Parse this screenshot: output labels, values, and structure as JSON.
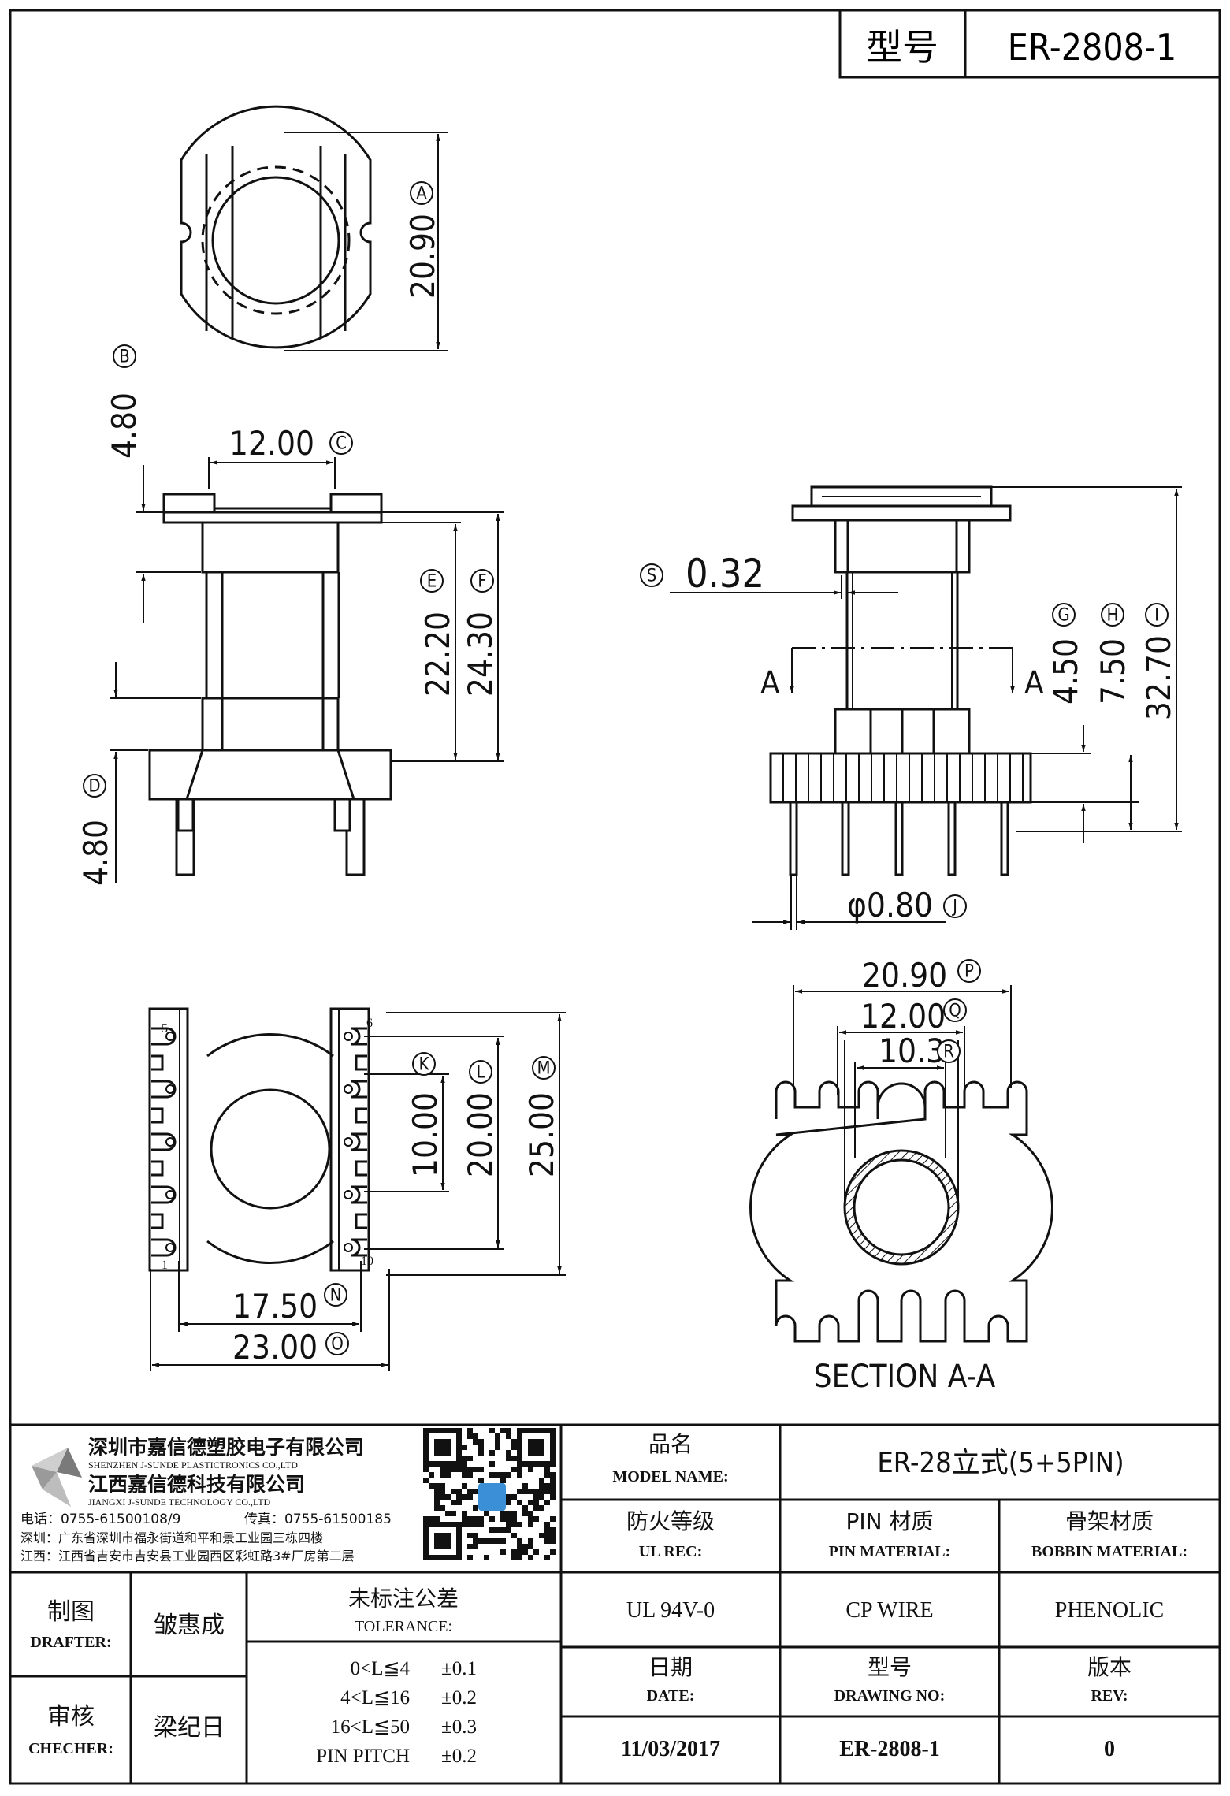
{
  "header": {
    "label": "型号",
    "model": "ER-2808-1"
  },
  "dimensions": {
    "A": "20.90",
    "B": "4.80",
    "C": "12.00",
    "D": "4.80",
    "E": "22.20",
    "F": "24.30",
    "S": "0.32",
    "G": "4.50",
    "H": "7.50",
    "I": "32.70",
    "J": "φ0.80",
    "K": "10.00",
    "L": "20.00",
    "M": "25.00",
    "N": "17.50",
    "O": "23.00",
    "P": "20.90",
    "Q": "12.00",
    "R": "10.3"
  },
  "markers": [
    "A",
    "B",
    "C",
    "D",
    "E",
    "F",
    "S",
    "G",
    "H",
    "I",
    "J",
    "K",
    "L",
    "M",
    "N",
    "O",
    "P",
    "Q",
    "R"
  ],
  "section_marks": {
    "left": "A",
    "right": "A"
  },
  "section_title": "SECTION A-A",
  "pin_numbers": {
    "p5": "5",
    "p6": "6",
    "p1": "1",
    "p10": "10"
  },
  "company": {
    "name_cn": "深圳市嘉信德塑胶电子有限公司",
    "name_en": "SHENZHEN J-SUNDE PLASTICTRONICS CO.,LTD",
    "name2_cn": "江西嘉信德科技有限公司",
    "name2_en": "JIANGXI J-SUNDE TECHNOLOGY CO.,LTD",
    "tel": "电话：0755-61500108/9",
    "fax": "传真：0755-61500185",
    "addr1": "深圳：广东省深圳市福永街道和平和景工业园三栋四楼",
    "addr2": "江西：江西省吉安市吉安县工业园西区彩虹路3#厂房第二层"
  },
  "title_block": {
    "model_name_cn": "品名",
    "model_name_en": "MODEL NAME:",
    "model_name_value": "ER-28立式(5+5PIN)",
    "ul_cn": "防火等级",
    "ul_en": "UL REC:",
    "ul_value": "UL 94V-0",
    "pin_cn": "PIN 材质",
    "pin_en": "PIN MATERIAL:",
    "pin_value": "CP WIRE",
    "bobbin_cn": "骨架材质",
    "bobbin_en": "BOBBIN MATERIAL:",
    "bobbin_value": "PHENOLIC",
    "drafter_cn": "制图",
    "drafter_en": "DRAFTER:",
    "drafter_name": "皱惠成",
    "checker_cn": "审核",
    "checker_en": "CHECHER:",
    "checker_name": "梁纪日",
    "tol_cn": "未标注公差",
    "tol_en": "TOLERANCE:",
    "tolerances": [
      {
        "range": "0<L≦4",
        "value": "±0.1"
      },
      {
        "range": "4<L≦16",
        "value": "±0.2"
      },
      {
        "range": "16<L≦50",
        "value": "±0.3"
      },
      {
        "range": "PIN PITCH",
        "value": "±0.2"
      }
    ],
    "date_cn": "日期",
    "date_en": "DATE:",
    "date_value": "11/03/2017",
    "drawing_cn": "型号",
    "drawing_en": "DRAWING NO:",
    "drawing_value": "ER-2808-1",
    "rev_cn": "版本",
    "rev_en": "REV:",
    "rev_value": "0"
  }
}
